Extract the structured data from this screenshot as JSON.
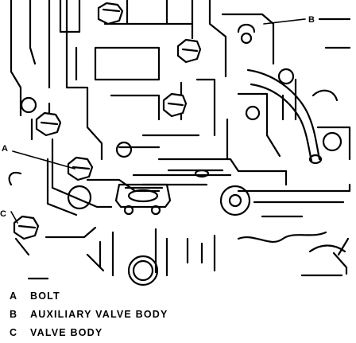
{
  "diagram": {
    "callouts": {
      "A": "A",
      "B": "B",
      "C": "C"
    }
  },
  "legend": [
    {
      "key": "A",
      "text": "BOLT"
    },
    {
      "key": "B",
      "text": "AUXILIARY VALVE BODY"
    },
    {
      "key": "C",
      "text": "VALVE BODY"
    }
  ]
}
